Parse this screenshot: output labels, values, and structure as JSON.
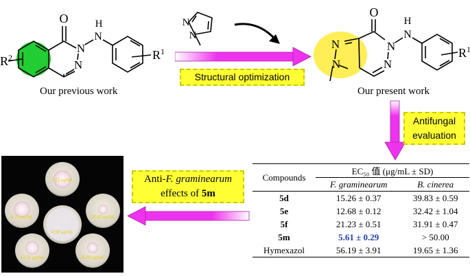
{
  "colors": {
    "arrow_magenta": "#ee33ee",
    "highlight_yellow": "#ffff33",
    "highlight_green": "#22cc33",
    "highlight_blob": "#ffee55",
    "table_highlight": "#1f3dbd"
  },
  "captions": {
    "previous_work": "Our previous work",
    "present_work": "Our present work"
  },
  "labels": {
    "structural_optimization": "Structural optimization",
    "antifungal_line1": "Antifungal",
    "antifungal_line2": "evaluation",
    "effects_prefix": "Anti-",
    "effects_species": "F. graminearum",
    "effects_line2_prefix": "effects of ",
    "effects_compound": "5m"
  },
  "structures": {
    "carbonyl_o": "O",
    "n3": "N",
    "nh_h": "H",
    "nh_n": "N",
    "n1": "N",
    "r1": "R",
    "r1_sup": "1",
    "r2": "R",
    "r2_sup": "2",
    "pyrazole_n1": "N",
    "pyrazole_n2": "N",
    "new_n1": "N",
    "new_n2": "N"
  },
  "table": {
    "header_compounds": "Compounds",
    "header_group": "EC₅₀ 值 (μg/mL ± SD)",
    "col1": "F. graminearum",
    "col2": "B. cinerea",
    "rows": [
      {
        "compound": "5d",
        "fg": "15.26 ± 0.37",
        "bc": "39.83 ± 0.59"
      },
      {
        "compound": "5e",
        "fg": "12.68 ± 0.12",
        "bc": "32.42 ± 1.04"
      },
      {
        "compound": "5f",
        "fg": "21.23 ± 0.51",
        "bc": "31.91 ± 0.47"
      },
      {
        "compound": "5m",
        "fg": "5.61 ± 0.29",
        "bc": "> 50.00"
      },
      {
        "compound": "Hymexazol",
        "fg": "56.19 ± 3.91",
        "bc": "19.65 ± 1.36"
      }
    ]
  },
  "petri": {
    "top": "3.12 μg/mL",
    "left": "6.25 μg/mL",
    "right": "50.00 μg/mL",
    "center": "0.00 μg/mL",
    "bottom_left": "12.50 μg/mL",
    "bottom_right": "25.00 μg/mL"
  }
}
